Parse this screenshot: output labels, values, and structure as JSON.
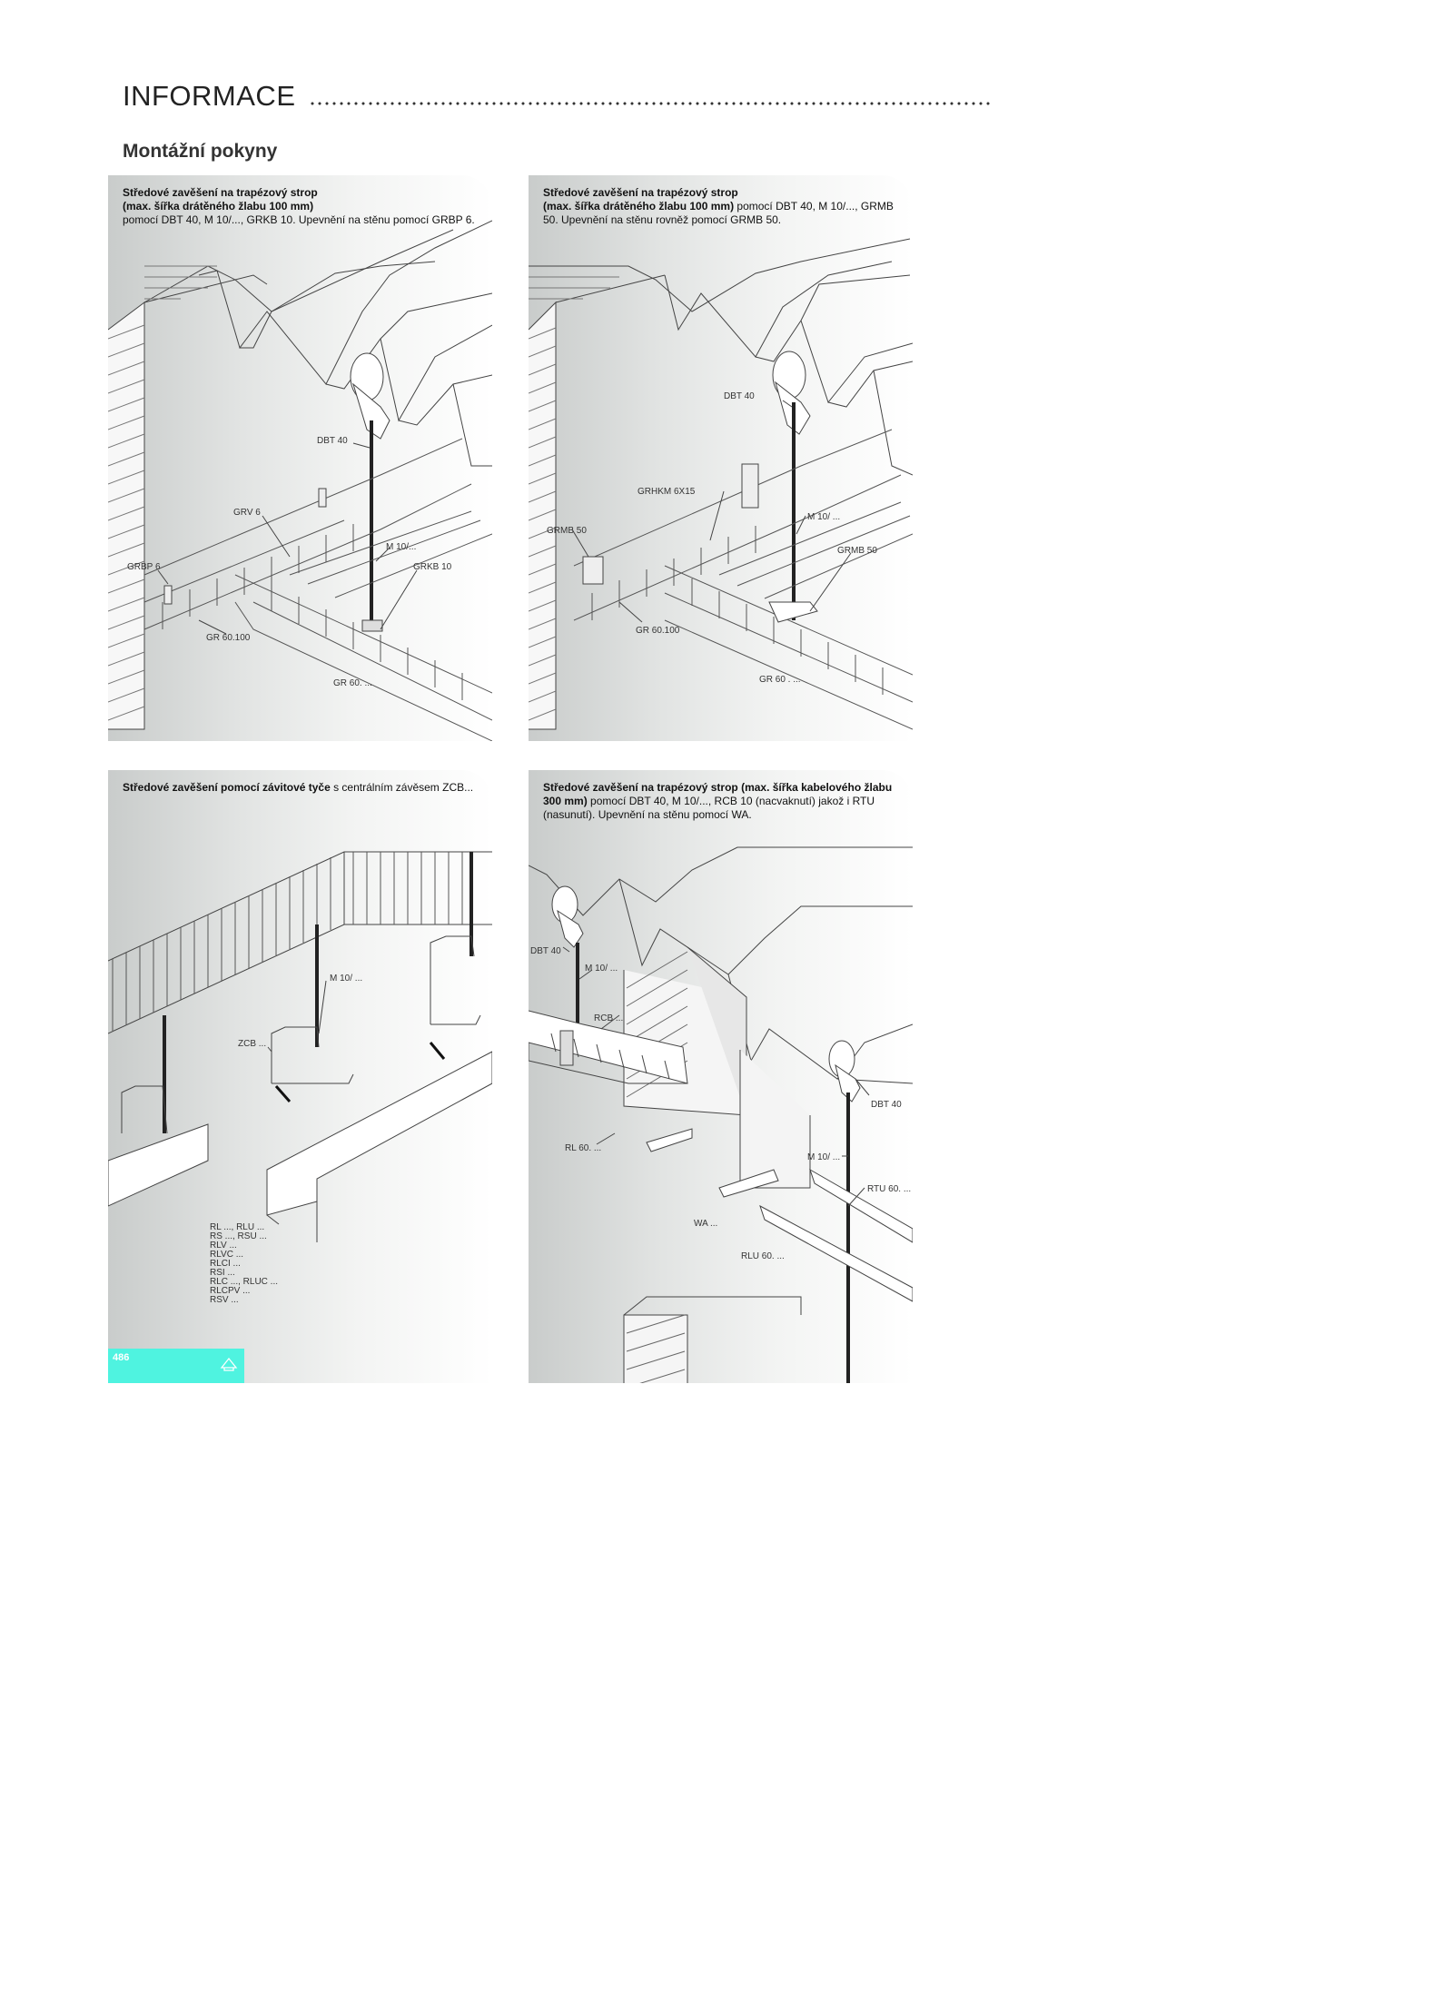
{
  "header": {
    "title": "INFORMACE"
  },
  "subtitle": "Montážní pokyny",
  "panels": [
    {
      "bold": "Středové zavěšení na trapézový strop\n(max. šířka drátěného žlabu 100 mm)",
      "text": "pomocí DBT 40, M 10/..., GRKB 10. Upevnění na stěnu pomocí GRBP 6.",
      "labels": [
        "DBT 40",
        "GRV 6",
        "M 10/...",
        "GRBP 6",
        "GRKB 10",
        "GR 60.100",
        "GR 60. ..."
      ]
    },
    {
      "bold": "Středové zavěšení na trapézový strop\n(max. šířka drátěného žlabu 100 mm)",
      "text": " pomocí DBT 40, M 10/..., GRMB 50. Upevnění na stěnu rovněž pomocí GRMB 50.",
      "labels": [
        "DBT 40",
        "GRHKM 6X15",
        "M 10/ ...",
        "GRMB 50",
        "GRMB 50",
        "GR 60.100",
        "GR 60 . ..."
      ]
    },
    {
      "bold": "Středové zavěšení pomocí závitové tyče",
      "text": " s centrálním závěsem ZCB...",
      "labels": [
        "M 10/ ...",
        "ZCB ...",
        "RL ..., RLU ...",
        "RS ..., RSU ...",
        "RLV ...",
        "RLVC ...",
        "RLCI ...",
        "RSI ...",
        "RLC ..., RLUC ...",
        "RLCPV ...",
        "RSV ..."
      ]
    },
    {
      "bold": "Středové zavěšení na trapézový strop (max. šířka kabelového žlabu 300 mm)",
      "text": " pomocí DBT 40, M 10/..., RCB 10 (nacvaknutí) jakož i RTU (nasunutí). Upevnění na stěnu pomocí WA.",
      "labels": [
        "DBT 40",
        "M 10/ ...",
        "RCB ...",
        "RL 60. ...",
        "DBT 40",
        "M 10/ ...",
        "RTU 60. ...",
        "WA ...",
        "RLU 60. ..."
      ]
    }
  ],
  "footer": {
    "page_number": "486"
  },
  "colors": {
    "badge": "#4ff3e0"
  }
}
